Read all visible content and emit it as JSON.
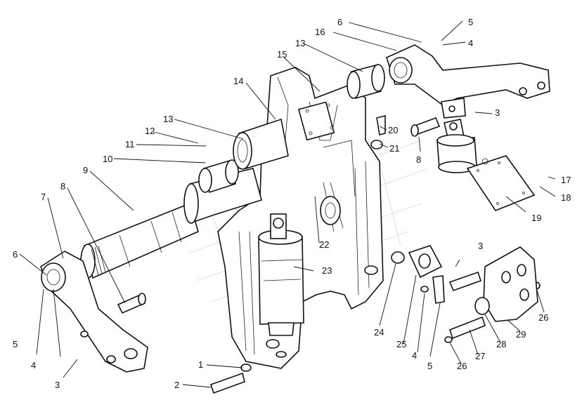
{
  "callouts": [
    {
      "id": "c1",
      "text": "1"
    },
    {
      "id": "c2",
      "text": "2"
    },
    {
      "id": "c3a",
      "text": "3"
    },
    {
      "id": "c3b",
      "text": "3"
    },
    {
      "id": "c3c",
      "text": "3"
    },
    {
      "id": "c4a",
      "text": "4"
    },
    {
      "id": "c4b",
      "text": "4"
    },
    {
      "id": "c4c",
      "text": "4"
    },
    {
      "id": "c5a",
      "text": "5"
    },
    {
      "id": "c5b",
      "text": "5"
    },
    {
      "id": "c5c",
      "text": "5"
    },
    {
      "id": "c6a",
      "text": "6"
    },
    {
      "id": "c6b",
      "text": "6"
    },
    {
      "id": "c7",
      "text": "7"
    },
    {
      "id": "c8a",
      "text": "8"
    },
    {
      "id": "c8b",
      "text": "8"
    },
    {
      "id": "c9",
      "text": "9"
    },
    {
      "id": "c10",
      "text": "10"
    },
    {
      "id": "c11",
      "text": "11"
    },
    {
      "id": "c12",
      "text": "12"
    },
    {
      "id": "c13a",
      "text": "13"
    },
    {
      "id": "c13b",
      "text": "13"
    },
    {
      "id": "c14",
      "text": "14"
    },
    {
      "id": "c15",
      "text": "15"
    },
    {
      "id": "c16",
      "text": "16"
    },
    {
      "id": "c17",
      "text": "17"
    },
    {
      "id": "c18",
      "text": "18"
    },
    {
      "id": "c19",
      "text": "19"
    },
    {
      "id": "c20",
      "text": "20"
    },
    {
      "id": "c21",
      "text": "21"
    },
    {
      "id": "c22",
      "text": "22"
    },
    {
      "id": "c23",
      "text": "23"
    },
    {
      "id": "c24",
      "text": "24"
    },
    {
      "id": "c25",
      "text": "25"
    },
    {
      "id": "c26a",
      "text": "26"
    },
    {
      "id": "c26b",
      "text": "26"
    },
    {
      "id": "c27",
      "text": "27"
    },
    {
      "id": "c28",
      "text": "28"
    },
    {
      "id": "c29",
      "text": "29"
    }
  ]
}
